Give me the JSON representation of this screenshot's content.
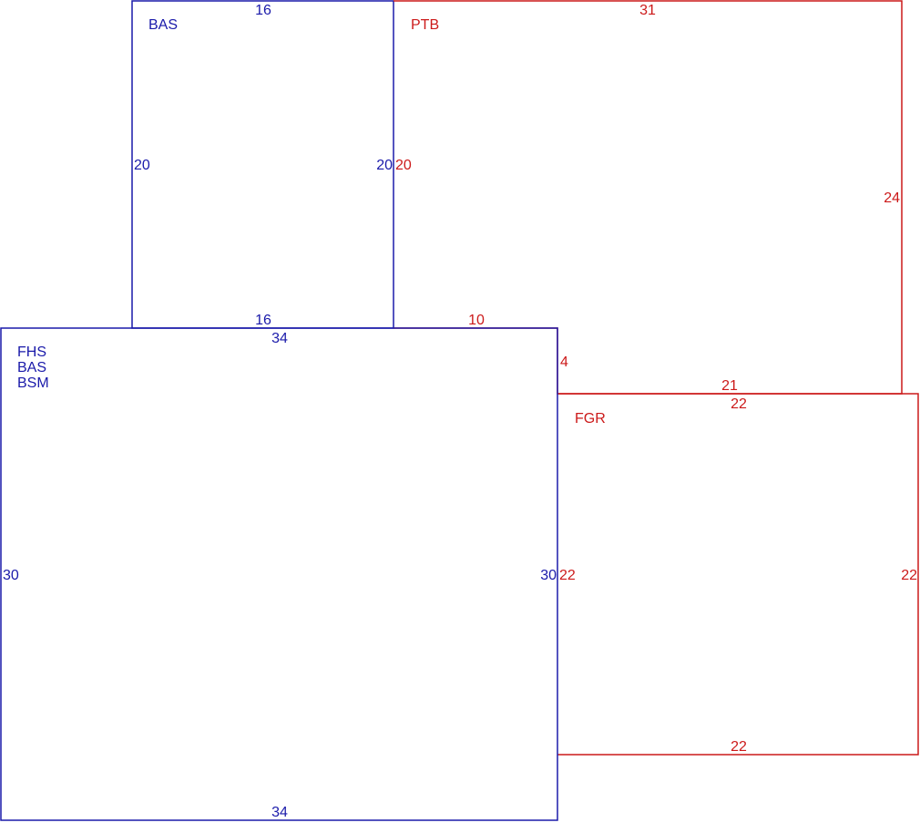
{
  "colors": {
    "blue": "#1a1aaa",
    "red": "#cc1a1a"
  },
  "areas": {
    "bas_upper": {
      "label": "BAS",
      "dims": {
        "top": "16",
        "left": "20",
        "right": "20",
        "bottom": "16"
      }
    },
    "ptb": {
      "label": "PTB",
      "dims": {
        "top": "31",
        "left": "20",
        "right": "24",
        "bottom": "10",
        "step": "4",
        "bottom_right": "21"
      }
    },
    "main": {
      "labels": [
        "FHS",
        "BAS",
        "BSM"
      ],
      "dims": {
        "top": "34",
        "left": "30",
        "right": "30",
        "bottom": "34"
      }
    },
    "fgr": {
      "label": "FGR",
      "dims": {
        "top": "22",
        "left": "22",
        "right": "22",
        "bottom": "22"
      }
    }
  }
}
